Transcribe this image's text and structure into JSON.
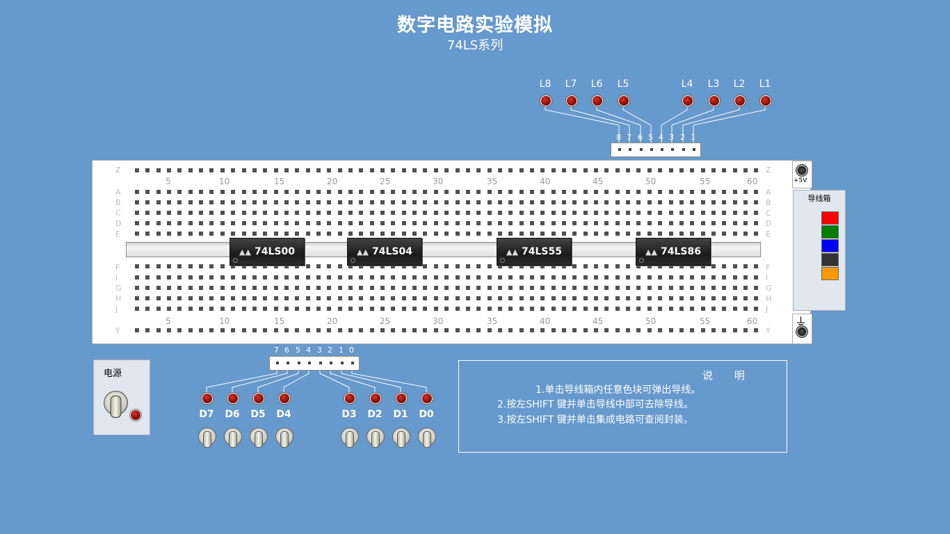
{
  "header": {
    "title": "数字电路实验模拟",
    "subtitle": "74LS系列"
  },
  "top_leds": {
    "labels": [
      "L8",
      "L7",
      "L6",
      "L5",
      "L4",
      "L3",
      "L2",
      "L1"
    ]
  },
  "top_connector": {
    "pin_labels": [
      "8",
      "7",
      "6",
      "5",
      "4",
      "3",
      "2",
      "1"
    ]
  },
  "breadboard": {
    "column_numbers": [
      "5",
      "10",
      "15",
      "20",
      "25",
      "30",
      "35",
      "40",
      "45",
      "50",
      "55",
      "60"
    ],
    "top_rail_label": "Z",
    "bottom_rail_label": "Y",
    "upper_rows": [
      "A",
      "B",
      "C",
      "D",
      "E"
    ],
    "lower_rows": [
      "F",
      "I",
      "G",
      "H",
      "J"
    ],
    "chips": [
      "74LS00",
      "74LS04",
      "74LS55",
      "74LS86"
    ],
    "plus_label": "+5V",
    "ground_symbol": "⏚"
  },
  "wire_box": {
    "title": "导线箱",
    "colors": [
      "#ff0000",
      "#008000",
      "#0000ff",
      "#333333",
      "#ff9900"
    ]
  },
  "power": {
    "label": "电源"
  },
  "bottom_connector": {
    "pin_labels": [
      "7",
      "6",
      "5",
      "4",
      "3",
      "2",
      "1",
      "0"
    ]
  },
  "inputs": {
    "labels": [
      "D7",
      "D6",
      "D5",
      "D4",
      "D3",
      "D2",
      "D1",
      "D0"
    ]
  },
  "instructions": {
    "title": "说 明",
    "lines": [
      "1.单击导线箱内任意色块可弹出导线。",
      "2.按左SHIFT 键并单击导线中部可去除导线。",
      "3.按左SHIFT 键并单击集成电路可查阅封装。"
    ]
  }
}
